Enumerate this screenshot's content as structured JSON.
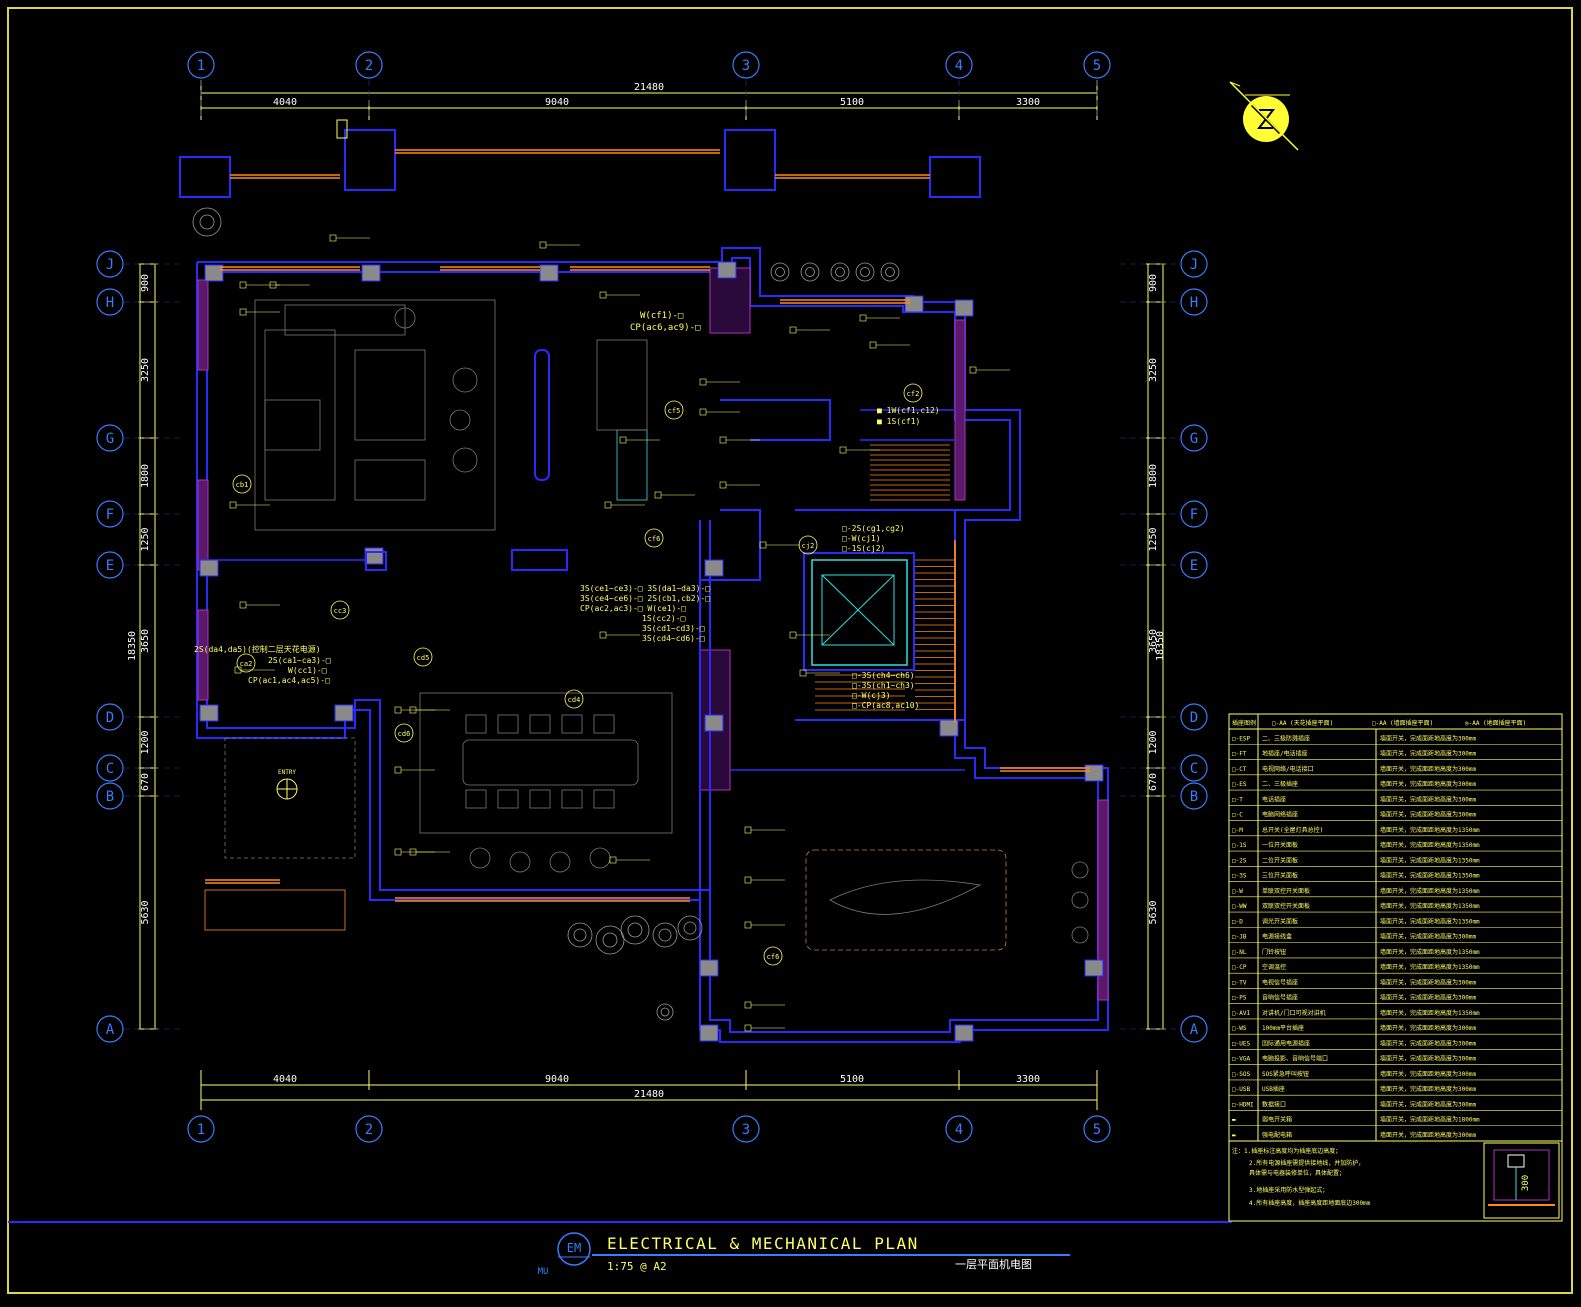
{
  "grid": {
    "columns": [
      "1",
      "2",
      "3",
      "4",
      "5"
    ],
    "rows": [
      "J",
      "H",
      "G",
      "F",
      "E",
      "D",
      "C",
      "B",
      "A"
    ]
  },
  "dimensions": {
    "top_total": "21480",
    "top_segments": [
      "4040",
      "9040",
      "5100",
      "3300"
    ],
    "bottom_total": "21480",
    "bottom_segments": [
      "4040",
      "9040",
      "5100",
      "3300"
    ],
    "vertical_total": "18350",
    "vertical_segments": [
      "900",
      "3250",
      "1800",
      "1250",
      "3650",
      "1200",
      "670",
      "5630"
    ]
  },
  "labels": {
    "entry": "ENTRY",
    "room_tags": [
      "cb1",
      "cc3",
      "ca2",
      "cd5",
      "cd4",
      "cd6",
      "cf6",
      "cf5",
      "cf2",
      "cj2",
      "cf6"
    ]
  },
  "circuit_notes": {
    "n1": "W(cf1)-□",
    "n2": "CP(ac6,ac9)-□",
    "n3": "■ 1W(cf1,c12)",
    "n4": "■ 1S(cf1)",
    "n5": "3S(ce1~ce3)-□ 3S(da1~da3)-□",
    "n6": "3S(ce4~ce6)-□ 2S(cb1,cb2)-□",
    "n7": "CP(ac2,ac3)-□ W(ce1)-□",
    "n8": "1S(cc2)-□",
    "n9": "3S(cd1~cd3)-□",
    "n10": "3S(cd4~cd6)-□",
    "n11": "2S(da4,da5)(控制二层天花电源)",
    "n12": "2S(ca1~ca3)-□",
    "n13": "W(cc1)-□",
    "n14": "CP(ac1,ac4,ac5)-□",
    "n15": "□-2S(cg1,cg2)",
    "n16": "□-W(cj1)",
    "n17": "□-1S(cj2)",
    "n18": "□-3S(ch4~ch6)",
    "n19": "□-3S(ch1~ch3)",
    "n20": "□-W(cj3)",
    "n21": "□-CP(ac8,ac10)"
  },
  "legend": {
    "headers": [
      "插座图例",
      "□-AA (天花插座平面)",
      "□-AA (墙面插座平面)",
      "◎-AA (地面插座平面)"
    ],
    "rows": [
      {
        "code": "□-ESP",
        "name": "二、三极防溅插座",
        "desc": "墙面开关，完成面距地高度为300mm"
      },
      {
        "code": "□-FT",
        "name": "地插座/电话插座",
        "desc": "墙面开关，完成面距地高度为300mm"
      },
      {
        "code": "□-CT",
        "name": "电视网络/电话接口",
        "desc": "墙面开关，完成面距地高度为300mm"
      },
      {
        "code": "□-ES",
        "name": "二、三极插座",
        "desc": "墙面开关，完成面距地高度为300mm"
      },
      {
        "code": "□-T",
        "name": "电话插座",
        "desc": "墙面开关，完成面距地高度为300mm"
      },
      {
        "code": "□-C",
        "name": "电脑网络插座",
        "desc": "墙面开关，完成面距地高度为300mm"
      },
      {
        "code": "□-M",
        "name": "总开关(全屋灯具总控)",
        "desc": "墙面开关，完成面距地高度为1350mm"
      },
      {
        "code": "□-1S",
        "name": "一位开关面板",
        "desc": "墙面开关，完成面距地高度为1350mm"
      },
      {
        "code": "□-2S",
        "name": "二位开关面板",
        "desc": "墙面开关，完成面距地高度为1350mm"
      },
      {
        "code": "□-3S",
        "name": "三位开关面板",
        "desc": "墙面开关，完成面距地高度为1350mm"
      },
      {
        "code": "□-W",
        "name": "单联双控开关面板",
        "desc": "墙面开关，完成面距地高度为1350mm"
      },
      {
        "code": "□-WW",
        "name": "双联双控开关面板",
        "desc": "墙面开关，完成面距地高度为1350mm"
      },
      {
        "code": "□-D",
        "name": "调光开关面板",
        "desc": "墙面开关，完成面距地高度为1350mm"
      },
      {
        "code": "□-JB",
        "name": "电源接线盒",
        "desc": "墙面开关，完成面距地高度为300mm"
      },
      {
        "code": "□-NL",
        "name": "门铃按钮",
        "desc": "墙面开关，完成面距地高度为1350mm"
      },
      {
        "code": "□-CP",
        "name": "空调温控",
        "desc": "墙面开关，完成面距地高度为1350mm"
      },
      {
        "code": "□-TV",
        "name": "电视信号插座",
        "desc": "墙面开关，完成面距地高度为300mm"
      },
      {
        "code": "□-PS",
        "name": "音响信号插座",
        "desc": "墙面开关，完成面距地高度为300mm"
      },
      {
        "code": "□-AVI",
        "name": "对讲机/门口可视对讲机",
        "desc": "墙面开关，完成面距地高度为1350mm"
      },
      {
        "code": "□-WS",
        "name": "100mm平台插座",
        "desc": "墙面开关，完成面距地高度为300mm"
      },
      {
        "code": "□-UES",
        "name": "国际通用电源插座",
        "desc": "墙面开关，完成面距地高度为300mm"
      },
      {
        "code": "□-VGA",
        "name": "电脑投影、音响信号端口",
        "desc": "墙面开关，完成面距地高度为300mm"
      },
      {
        "code": "□-SOS",
        "name": "SOS紧急呼叫按钮",
        "desc": "墙面开关，完成面距地高度为300mm"
      },
      {
        "code": "□-USB",
        "name": "USB插座",
        "desc": "墙面开关，完成面距地高度为300mm"
      },
      {
        "code": "□-HDMI",
        "name": "数据接口",
        "desc": "墙面开关，完成面距地高度为300mm"
      },
      {
        "code": "▬",
        "name": "弱电开关箱",
        "desc": "墙面开关，完成面距地高度为1800mm"
      },
      {
        "code": "▬",
        "name": "强电配电箱",
        "desc": "墙面开关，完成面距地高度为300mm"
      }
    ],
    "notes": [
      "注：1.插座标注高度均为插座底边高度；",
      "2.所有电源插座需提供接地线，并加防护，",
      "具体需与电器装修单位，具体配置；",
      "3.地插座采用防水型弹起式；",
      "4.所有插座高度，插座高度距地面底边300mm"
    ],
    "detail_label": "300"
  },
  "title_block": {
    "code": "EM",
    "sub": "MU",
    "title": "ELECTRICAL & MECHANICAL PLAN",
    "scale": "1:75 @ A2",
    "cn_title": "一层平面机电图"
  },
  "colors": {
    "background": "#000000",
    "frame": "#d8d84a",
    "wall_blue": "#2a2aff",
    "wall_purple": "#b030c0",
    "text_yellow": "#ffff66",
    "grid_blue": "#3a7bff",
    "dim_white": "#ffffff",
    "window_orange": "#ff8a1a",
    "cyan": "#30e0e0"
  }
}
